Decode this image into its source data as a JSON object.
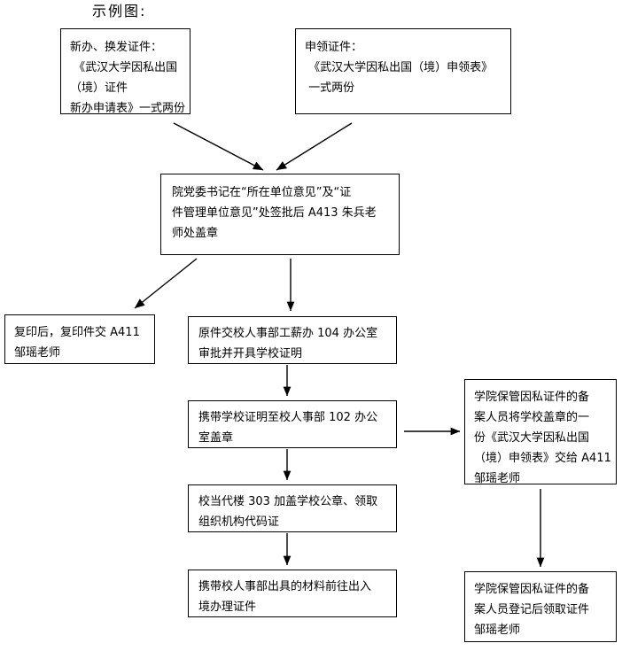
{
  "diagram": {
    "title": "示例图:",
    "type": "flowchart",
    "nodes": [
      {
        "id": "newapply",
        "name": "node-new-or-renew-certificate",
        "text": "新办、换发证件：\n 《武汉大学因私出国（境）证件\n新办申请表》一式两份"
      },
      {
        "id": "claim",
        "name": "node-claim-certificate",
        "text": "申领证件：\n 《武汉大学因私出国（境）申领表》\n 一式两份"
      },
      {
        "id": "sign",
        "name": "node-party-secretary-signature",
        "text": "院党委书记在“所在单位意见”及“证\n件管理单位意见”处签批后 A413 朱兵老\n师处盖章"
      },
      {
        "id": "copy",
        "name": "node-copy-to-a411",
        "text": "复印后，复印件交 A411\n邹瑶老师"
      },
      {
        "id": "hr104",
        "name": "node-hr-office-104",
        "text": "原件交校人事部工薪办 104 办公室\n审批并开具学校证明"
      },
      {
        "id": "hr102",
        "name": "node-hr-office-102",
        "text": "携带学校证明至校人事部 102 办公\n室盖章"
      },
      {
        "id": "seal303",
        "name": "node-contemporary-building-303",
        "text": "校当代楼 303 加盖学校公章、领取\n组织机构代码证"
      },
      {
        "id": "exitentry",
        "name": "node-exit-entry-bureau",
        "text": "携带校人事部出具的材料前往出入\n境办理证件"
      },
      {
        "id": "submitform",
        "name": "node-submit-stamped-form",
        "text": "学院保管因私证件的备\n案人员将学校盖章的一\n份《武汉大学因私出国\n（境）申领表》交给 A411\n邹瑶老师"
      },
      {
        "id": "register",
        "name": "node-register-and-collect",
        "text": "学院保管因私证件的备\n案人员登记后领取证件\n邹瑶老师"
      }
    ],
    "edges": [
      {
        "name": "edge-newapply-to-sign",
        "from": "newapply",
        "to": "sign",
        "style": "diagonal"
      },
      {
        "name": "edge-claim-to-sign",
        "from": "claim",
        "to": "sign",
        "style": "diagonal"
      },
      {
        "name": "edge-sign-to-copy",
        "from": "sign",
        "to": "copy",
        "style": "diagonal"
      },
      {
        "name": "edge-sign-to-hr104",
        "from": "sign",
        "to": "hr104",
        "style": "vertical"
      },
      {
        "name": "edge-hr104-to-hr102",
        "from": "hr104",
        "to": "hr102",
        "style": "vertical"
      },
      {
        "name": "edge-hr102-to-seal303",
        "from": "hr102",
        "to": "seal303",
        "style": "vertical"
      },
      {
        "name": "edge-seal303-to-exitentry",
        "from": "seal303",
        "to": "exitentry",
        "style": "vertical"
      },
      {
        "name": "edge-hr102-to-submitform",
        "from": "hr102",
        "to": "submitform",
        "style": "horizontal"
      },
      {
        "name": "edge-submitform-to-register",
        "from": "submitform",
        "to": "register",
        "style": "vertical"
      }
    ],
    "colors": {
      "background": "#ffffff",
      "border": "#000000",
      "text": "#000000",
      "arrow": "#000000"
    }
  }
}
